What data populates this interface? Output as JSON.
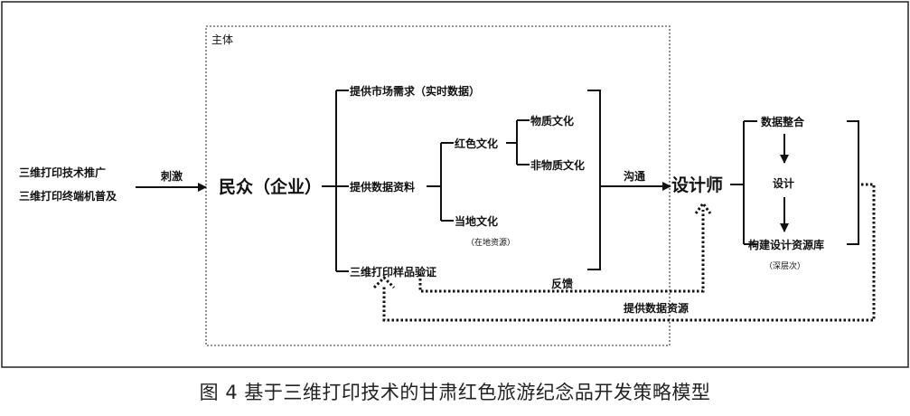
{
  "diagram": {
    "subject_label": "主体",
    "left_line1": "三维打印技术推广",
    "left_line2": "三维打印终端机普及",
    "stimulus_label": "刺激",
    "public_label": "民众（企业）",
    "branch_market": "提供市场需求（实时数据）",
    "branch_data": "提供数据资料",
    "branch_verify": "三维打印样品验证",
    "red_culture": "红色文化",
    "material_culture": "物质文化",
    "nonmaterial_culture": "非物质文化",
    "local_culture": "当地文化",
    "local_resources": "（在地资源）",
    "communicate_label": "沟通",
    "designer_label": "设计师",
    "data_integration": "数据整合",
    "design_label": "设计",
    "build_library": "构建设计资源库",
    "deep_level": "（深层次）",
    "feedback_label": "反馈",
    "provide_resources": "提供数据资源"
  },
  "caption": "图 4 基于三维打印技术的甘肃红色旅游纪念品开发策略模型"
}
